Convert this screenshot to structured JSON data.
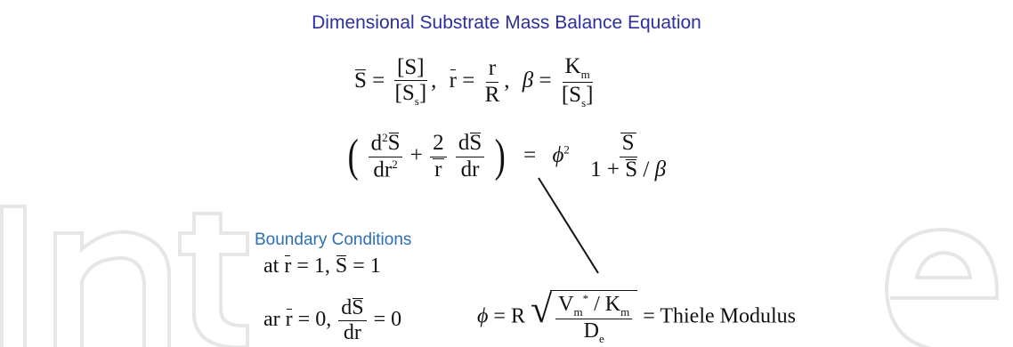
{
  "watermark": {
    "text": "IntechOpen",
    "color": "#e4e4e4"
  },
  "title": "Dimensional Substrate Mass Balance Equation",
  "def": {
    "S_bar": "S",
    "eq": "=",
    "S_num": "[S]",
    "S_den": "[S",
    "S_den_sub": "s",
    "S_den_end": "]",
    "comma": ",",
    "r_bar": "r",
    "r_num": "r",
    "r_den": "R",
    "beta": "β",
    "K": "K",
    "K_sub": "m",
    "beta_den": "[S",
    "beta_den_sub": "s",
    "beta_den_end": "]"
  },
  "ode": {
    "d2": "d",
    "sup2": "2",
    "S_bar": "S",
    "dr": "dr",
    "plus": "+",
    "two": "2",
    "r_bar": "r",
    "dS": "dS",
    "eq": "=",
    "phi": "ϕ",
    "phi_sup": "2",
    "one_plus": "1 + ",
    "slash": " / ",
    "beta": "β"
  },
  "bc": {
    "title": "Boundary Conditions",
    "line1_at": "at ",
    "r_bar": "r",
    "line1_rest": " = 1, ",
    "S_bar": "S",
    "line1_end": " = 1",
    "line2_at": "ar ",
    "line2_mid": " = 0, ",
    "dS": "dS",
    "dr": "dr",
    "line2_end": " = 0"
  },
  "thiele": {
    "phi": "ϕ",
    "eq": " = ",
    "R": "R",
    "V": "V",
    "V_sub": "m",
    "V_sup": "*",
    "over_K": " / K",
    "K_sub": "m",
    "D": "D",
    "D_sub": "e",
    "label": " = Thiele Modulus"
  },
  "colors": {
    "title": "#2b2fa0",
    "bc_title": "#2c6fb8",
    "ink": "#111111"
  }
}
